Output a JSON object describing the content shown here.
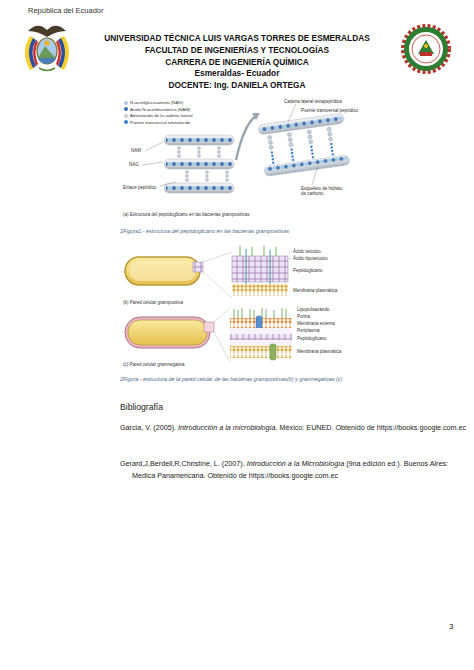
{
  "diagram": {
    "title": "UNIVERSIDAD TÉCNICA LUIS VARGAS TORRES DE ESMERALDAS",
    "labels": [
      "República del Ecuador",
      "FACULTAD DE INGENIERÍAS Y TECNOLOGÍAS",
      "CARRERA DE INGENIERÍA QUÍMICA",
      "Esmeraldas- Ecuador",
      "DOCENTE: Ing. DANIELA ORTEGA",
      "Cadena lateral tetrapeptídica",
      "Puente transversal peptídico",
      "NAM",
      "NAG",
      "Enlace peptídico",
      "Esqueleto de hidrato de carbono",
      "(a) Estructura del peptidoglicano en las bacterias grampositivas",
      "1Figura1.- estructura del peptidoglicano en las bacterias grampositivas",
      "Ácido teicoico",
      "Ácido lipoteicoico",
      "Peptidoglicano",
      "Membrana plasmática",
      "(b) Pared celular grampositiva",
      "Lipopolisacárido",
      "Porina",
      "Membrana externa",
      "Periplasma",
      "Peptidoglicano",
      "Membrana plasmática",
      "(c) Pared celular gramnegativa",
      "2Figura.- estructura de la pared celular de las bacterias grampositivas(b) y gramnegativas (c)",
      "Bibliografía",
      "Garcia, V. (2005).",
      "Introducción a la microbiología.",
      "México: EUNED. Obtenido de https://books.google.com.ec",
      "Gerard,J,Berdell,R,Christine, L. (2007).",
      "Introducción a la Microbiología",
      "(9na edición ed.). Buenos Aires: Medica Panamericana. Obtenido de https://books.google.com.ec",
      "3"
    ],
    "legend": [
      {
        "text": "N-acetilglucosamina (NAG)",
        "color": "#a9cbe6"
      },
      {
        "text": "Ácido N-acetilmurámico (NAM)",
        "color": "#3b6fb0"
      },
      {
        "text": "Aminoácido de la cadena lateral",
        "color": "#c5ccd4"
      },
      {
        "text": "Puente transversal aminoácido",
        "color": "#3b7fd0"
      }
    ]
  }
}
